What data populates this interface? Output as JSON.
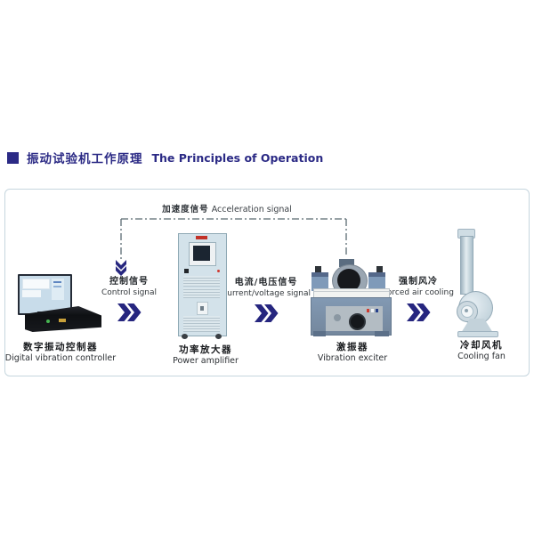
{
  "header": {
    "title_zh": "振动试验机工作原理",
    "title_en": "The Principles of Operation"
  },
  "diagram": {
    "feedback_signal": {
      "zh": "加速度信号",
      "en": "Acceleration signal"
    },
    "signals": [
      {
        "zh": "控制信号",
        "en": "Control signal"
      },
      {
        "zh": "电流/电压信号",
        "en": "Current/voltage signal"
      },
      {
        "zh": "强制风冷",
        "en": "Forced air cooling"
      }
    ],
    "components": [
      {
        "zh": "数字振动控制器",
        "en": "Digital vibration controller"
      },
      {
        "zh": "功率放大器",
        "en": "Power amplifier"
      },
      {
        "zh": "激振器",
        "en": "Vibration exciter"
      },
      {
        "zh": "冷却风机",
        "en": "Cooling fan"
      }
    ],
    "colors": {
      "accent_navy": "#2b2a85",
      "arrow_navy": "#26267f",
      "dash_line_gray": "#5a6b72",
      "panel_border": "#c6d6de"
    }
  }
}
